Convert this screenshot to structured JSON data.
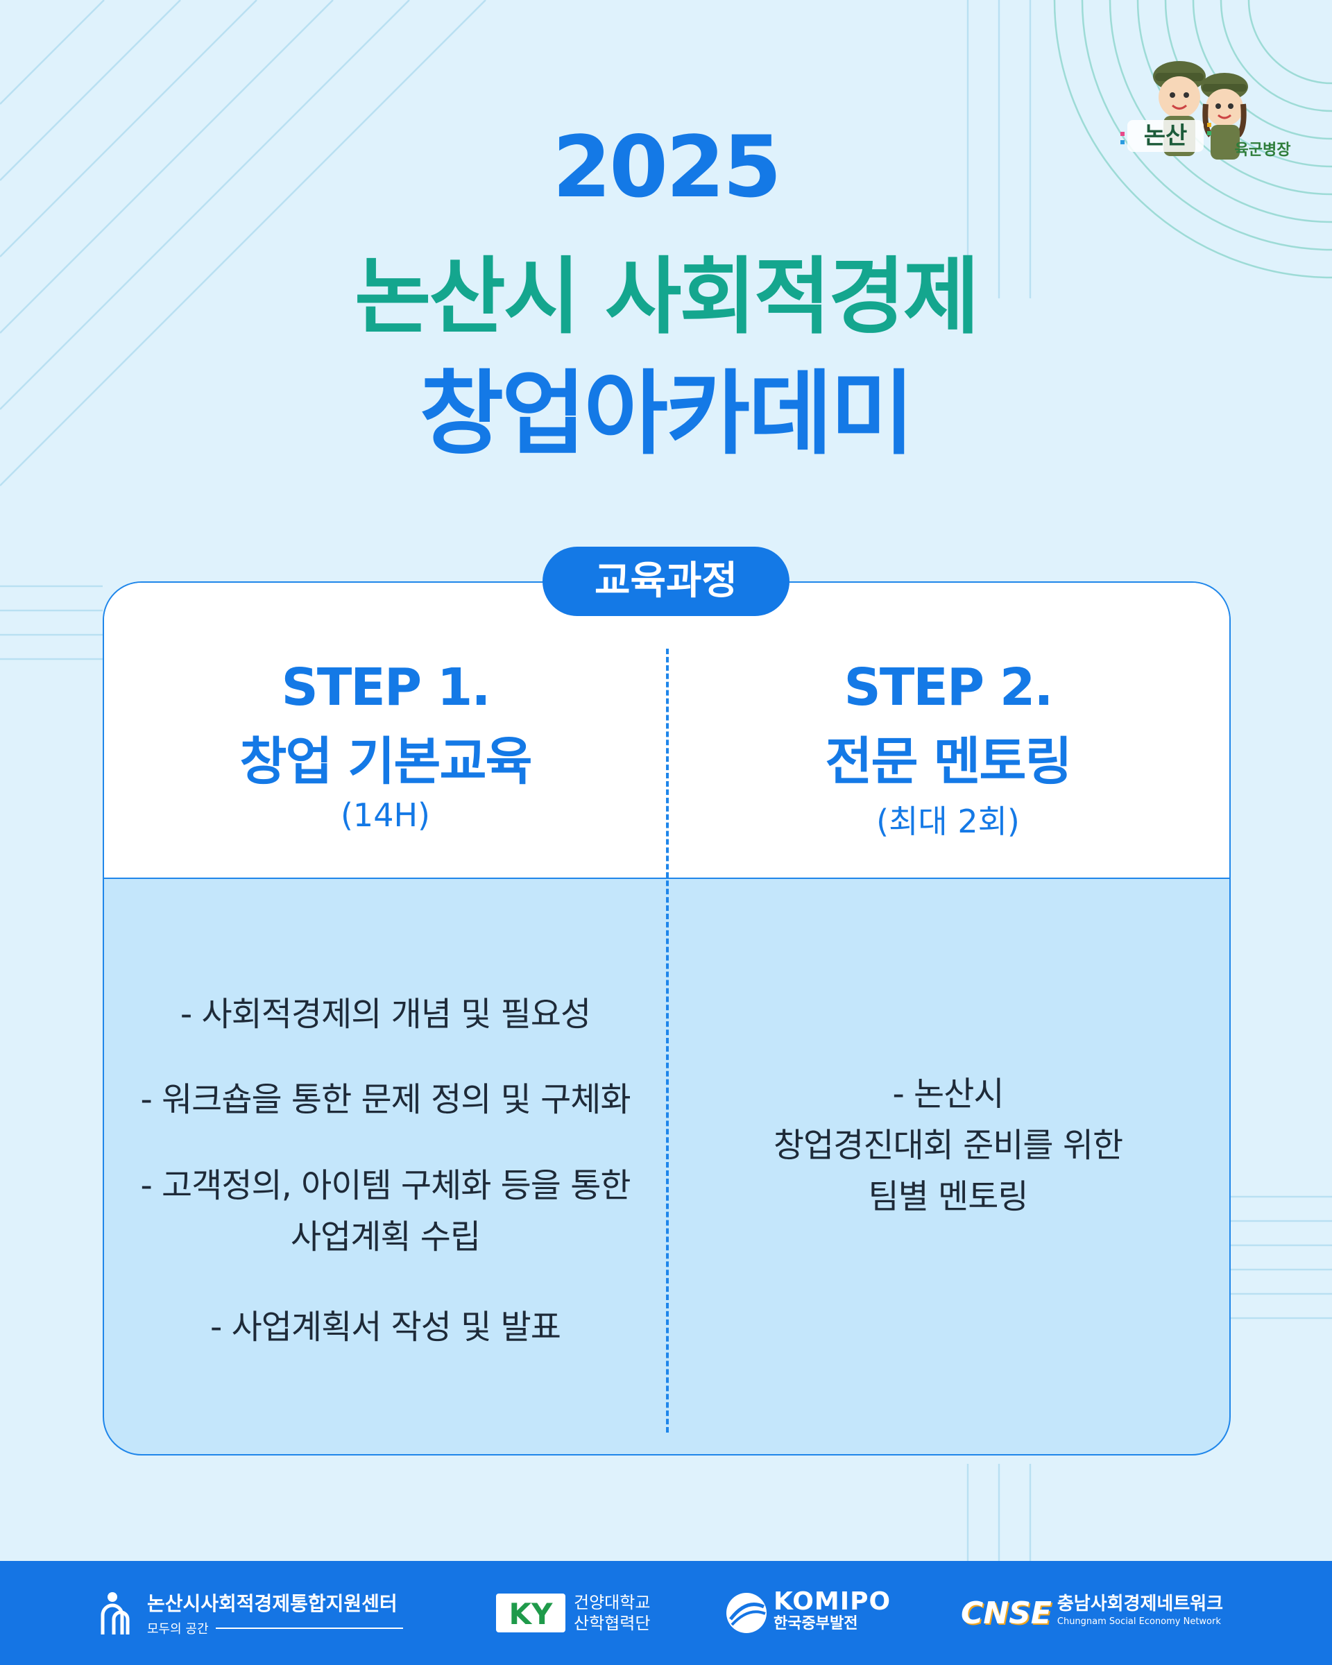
{
  "header": {
    "year": "2025",
    "title_line1": "논산시 사회적경제",
    "title_line2": "창업아카데미"
  },
  "mascot": {
    "logo_text": "논산",
    "slogan": "육군병장"
  },
  "curriculum": {
    "badge": "교육과정",
    "steps": [
      {
        "label": "STEP 1.",
        "name": "창업 기본교육",
        "sub": "(14H)",
        "items": [
          "- 사회적경제의 개념 및 필요성",
          "- 워크숍을 통한 문제 정의 및 구체화",
          "- 고객정의, 아이템 구체화 등을 통한",
          "사업계획 수립",
          "- 사업계획서 작성 및 발표"
        ]
      },
      {
        "label": "STEP 2.",
        "name": "전문 멘토링",
        "sub": "(최대 2회)",
        "items": [
          "- 논산시",
          "창업경진대회 준비를 위한",
          "팀별 멘토링"
        ]
      }
    ]
  },
  "footer": {
    "logos": [
      {
        "name": "논산시사회적경제통합지원센터",
        "sub": "모두의 공간"
      },
      {
        "mark": "KY",
        "name": "건양대학교",
        "sub": "산학협력단"
      },
      {
        "name": "KOMIPO",
        "sub": "한국중부발전"
      },
      {
        "mark": "CNSE",
        "name": "충남사회경제네트워크",
        "sub": "Chungnam Social Economy Network"
      }
    ]
  },
  "colors": {
    "background": "#dff2fc",
    "primary_blue": "#1479e6",
    "title_green": "#14a68e",
    "card_lower": "#c4e6fb",
    "footer": "#1575e4"
  }
}
